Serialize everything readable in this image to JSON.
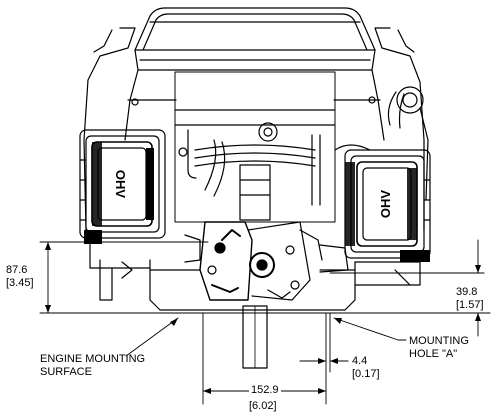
{
  "dimensions": {
    "height_left": {
      "mm": "87.6",
      "in": "[3.45]"
    },
    "height_right": {
      "mm": "39.8",
      "in": "[1.57]"
    },
    "hole_offset": {
      "mm": "4.4",
      "in": "[0.17]"
    },
    "width_bottom": {
      "mm": "152.9",
      "in": "[6.02]"
    }
  },
  "callouts": {
    "engine_surface": {
      "line1": "ENGINE MOUNTING",
      "line2": "SURFACE"
    },
    "mounting_hole": {
      "line1": "MOUNTING",
      "line2": "HOLE \"A\""
    }
  },
  "drawing": {
    "valve_cover_text": "OHV"
  }
}
